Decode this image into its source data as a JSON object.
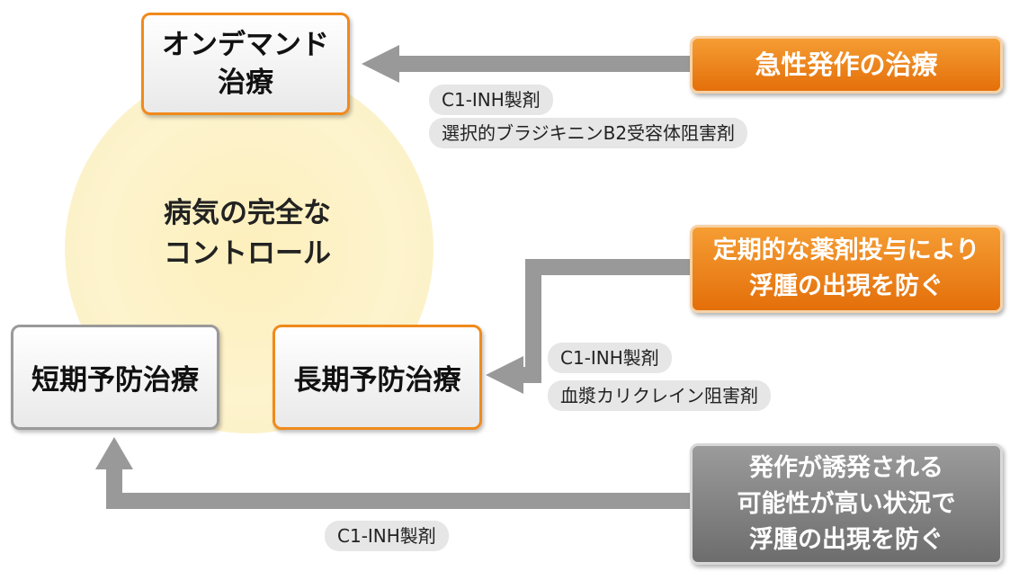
{
  "center": {
    "line1": "病気の完全な",
    "line2": "コントロール"
  },
  "boxes": {
    "on_demand": {
      "line1": "オンデマンド",
      "line2": "治療"
    },
    "short_term": {
      "label": "短期予防治療"
    },
    "long_term": {
      "label": "長期予防治療"
    }
  },
  "callouts": {
    "acute": {
      "line1": "急性発作の治療"
    },
    "regular": {
      "line1": "定期的な薬剤投与により",
      "line2": "浮腫の出現を防ぐ"
    },
    "situational": {
      "line1": "発作が誘発される",
      "line2": "可能性が高い状況で",
      "line3": "浮腫の出現を防ぐ"
    }
  },
  "drugs": {
    "on_demand_1": "C1-INH製剤",
    "on_demand_2": "選択的ブラジキニンB2受容体阻害剤",
    "long_term_1": "C1-INH製剤",
    "long_term_2": "血漿カリクレイン阻害剤",
    "short_term_1": "C1-INH製剤"
  },
  "colors": {
    "orange": "#f08a1c",
    "gray": "#9a9a9a",
    "circle": "#fdf0bd",
    "arrow": "#999999"
  }
}
